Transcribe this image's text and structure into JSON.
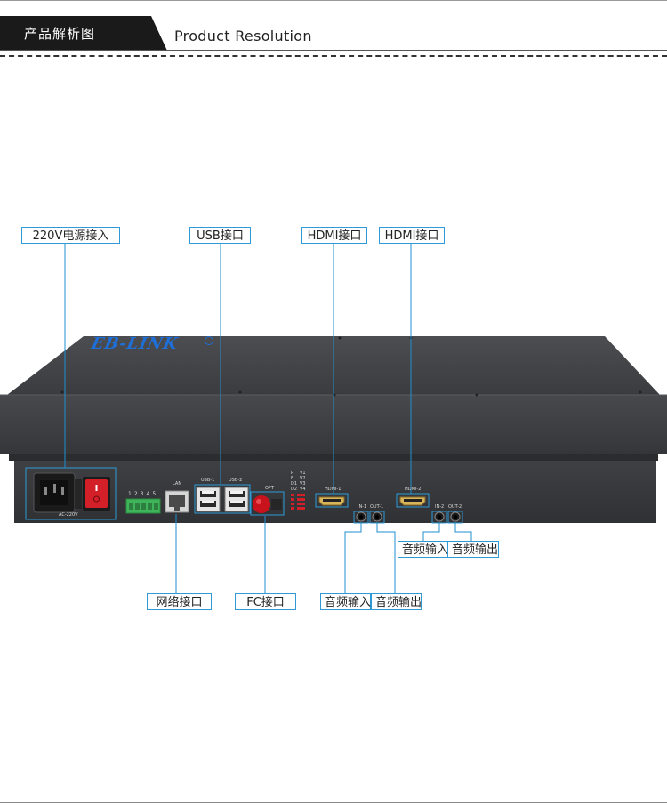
{
  "header": {
    "title_cn": "产品解析图",
    "title_en": "Product Resolution"
  },
  "device": {
    "brand": "EB-LINK",
    "ports": {
      "power": "AC-220V",
      "terminal_numbers": [
        "1",
        "2",
        "3",
        "4",
        "5"
      ],
      "lan": "LAN",
      "usb1": "USB-1",
      "usb2": "USB-2",
      "opt": "OPT",
      "indicator_left": [
        "P",
        "F",
        "D1",
        "D2"
      ],
      "indicator_right": [
        "V1",
        "V2",
        "V3",
        "V4"
      ],
      "hdmi1": "HDMI-1",
      "hdmi2": "HDMI-2",
      "in1": "IN-1",
      "out1": "OUT-1",
      "in2": "IN-2",
      "out2": "OUT-2"
    }
  },
  "callouts": {
    "power": "220V电源接入",
    "usb": "USB接口",
    "hdmi_a": "HDMI接口",
    "hdmi_b": "HDMI接口",
    "network": "网络接口",
    "fc": "FC接口",
    "audio_in_1": "音频输入",
    "audio_out_1": "音频输出",
    "audio_in_2": "音频输入",
    "audio_out_2": "音频输出"
  },
  "colors": {
    "callout_line": "#1f8fd0",
    "brand_blue": "#1f6fd8",
    "chassis": "#3a3b3d",
    "switch_red": "#d31f28",
    "terminal_green": "#3fb45a"
  }
}
